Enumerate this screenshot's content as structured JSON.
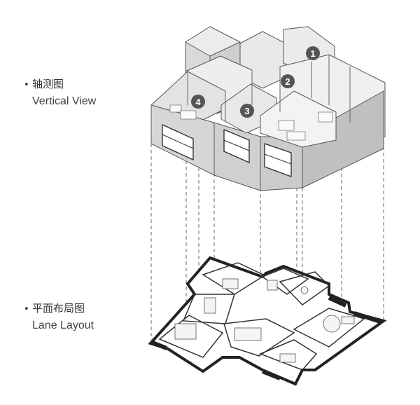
{
  "labels": {
    "top": {
      "bullet": "•",
      "cn": "轴测图",
      "en": "Vertical View"
    },
    "bottom": {
      "bullet": "•",
      "cn": "平面布局图",
      "en": "Lane Layout"
    }
  },
  "badges": [
    "1",
    "2",
    "3",
    "4"
  ],
  "colors": {
    "wall_top": "#e9e9e9",
    "wall_side": "#d6d6d6",
    "wall_front": "#c4c4c4",
    "outline": "#555555",
    "badge": "#555555",
    "dash": "#666666",
    "plan_wall": "#222222"
  }
}
